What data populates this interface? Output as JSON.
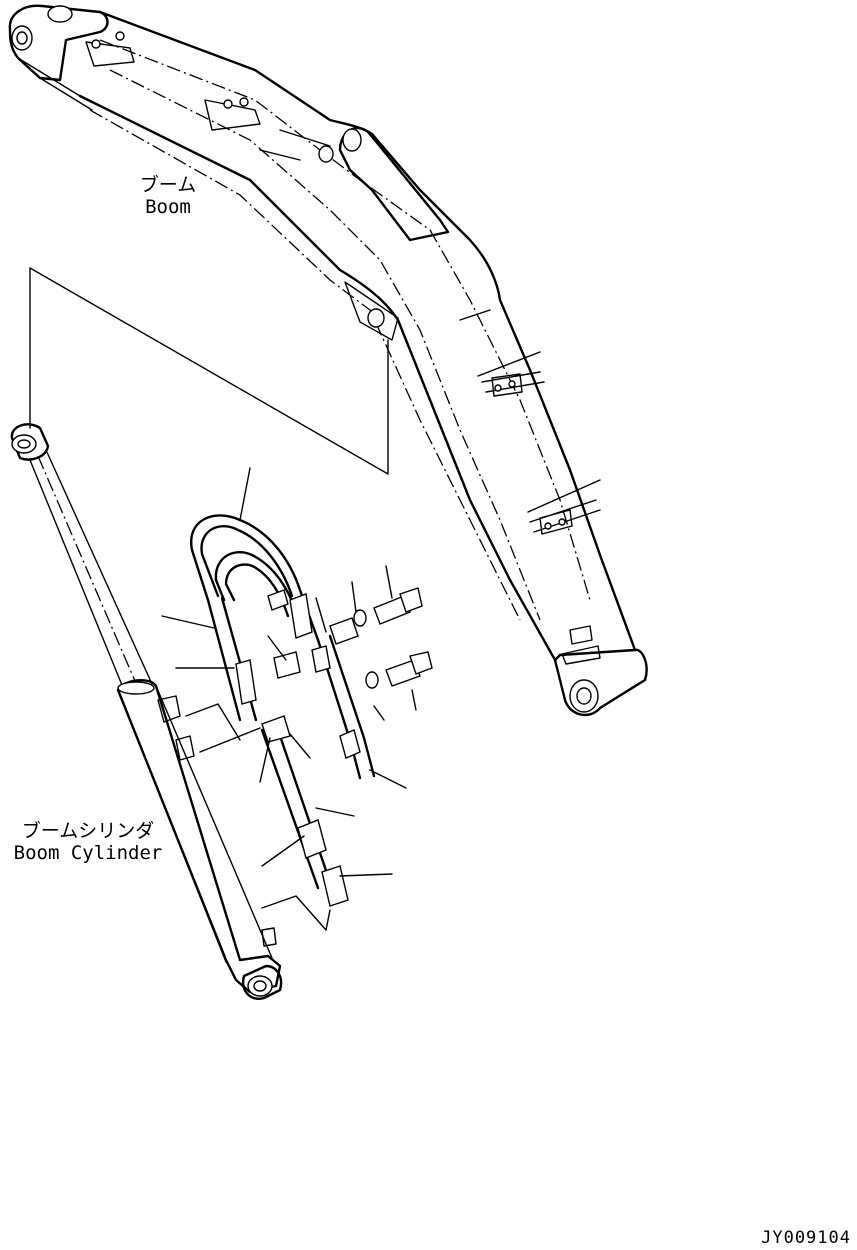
{
  "boom": {
    "label_jp": "ブーム",
    "label_en": "Boom"
  },
  "boom_cylinder": {
    "label_jp": "ブームシリンダ",
    "label_en": "Boom Cylinder"
  },
  "drawing_code": "JY009104"
}
